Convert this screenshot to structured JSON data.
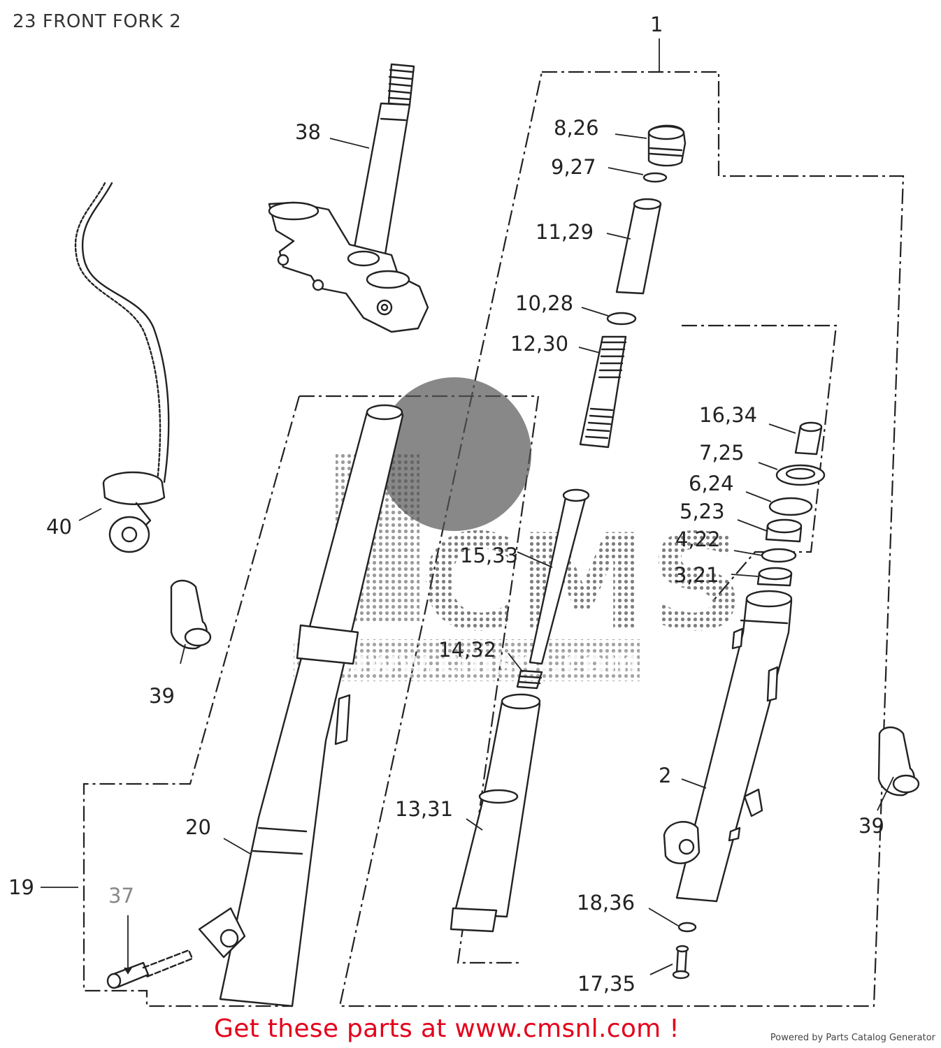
{
  "page": {
    "title": "23 FRONT FORK 2"
  },
  "callouts": {
    "c1": "1",
    "c2": "2",
    "c3_21": "3,21",
    "c4_22": "4,22",
    "c5_23": "5,23",
    "c6_24": "6,24",
    "c7_25": "7,25",
    "c8_26": "8,26",
    "c9_27": "9,27",
    "c10_28": "10,28",
    "c11_29": "11,29",
    "c12_30": "12,30",
    "c13_31": "13,31",
    "c14_32": "14,32",
    "c15_33": "15,33",
    "c16_34": "16,34",
    "c17_35": "17,35",
    "c18_36": "18,36",
    "c19": "19",
    "c20": "20",
    "c37": "37",
    "c38": "38",
    "c39_left": "39",
    "c39_right": "39",
    "c40": "40"
  },
  "watermark": {
    "text": "CMS",
    "sub": "www.cmsnl.com"
  },
  "footer": {
    "cta": "Get these parts at www.cmsnl.com !",
    "powered": "Powered by Parts Catalog Generator"
  },
  "colors": {
    "cta": "#e3001b",
    "line": "#222222"
  }
}
